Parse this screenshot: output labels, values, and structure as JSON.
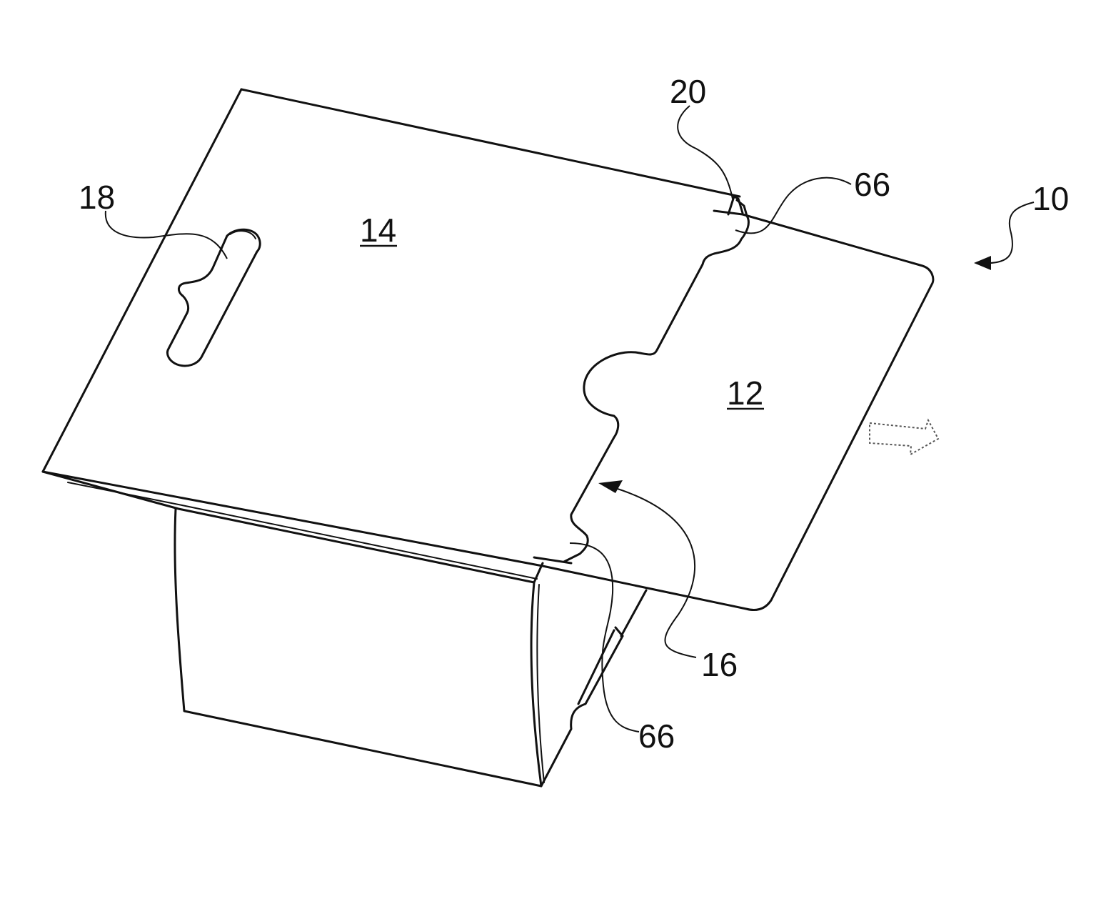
{
  "figure": {
    "labels": {
      "ref_10": "10",
      "ref_12": "12",
      "ref_14": "14",
      "ref_16": "16",
      "ref_18": "18",
      "ref_20": "20",
      "ref_66_top": "66",
      "ref_66_bottom": "66"
    },
    "colors": {
      "line": "#111111",
      "background": "#ffffff",
      "arrow_outline": "#555555"
    }
  }
}
